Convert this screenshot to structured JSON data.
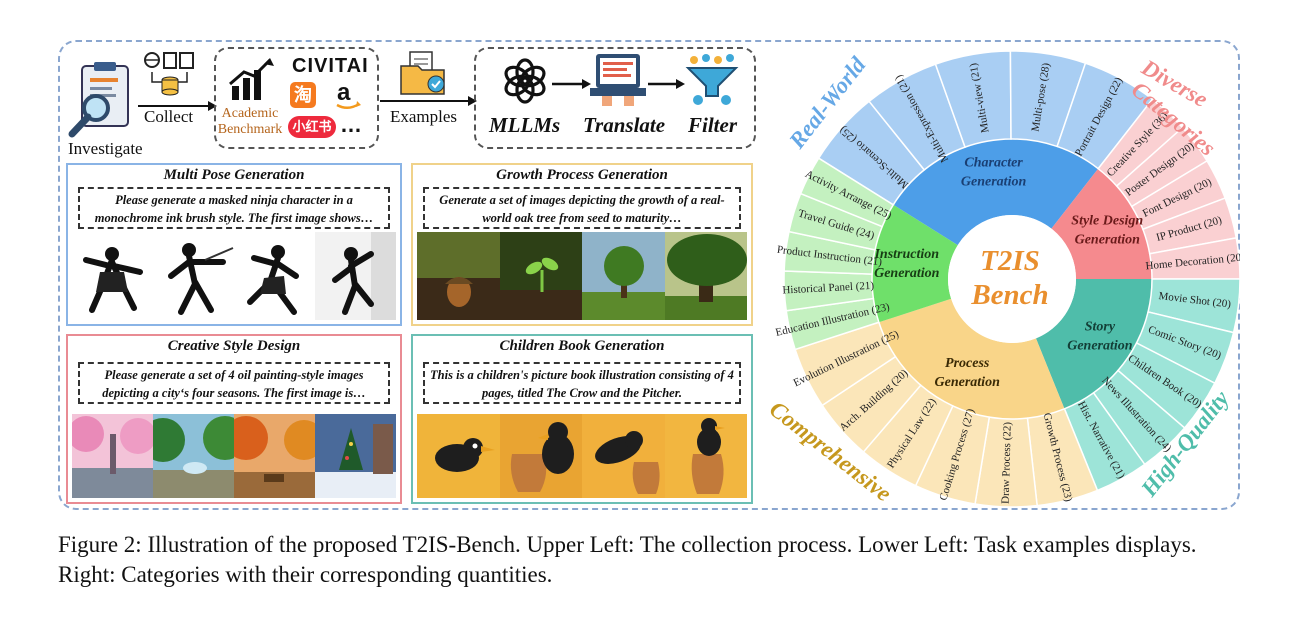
{
  "pipeline": {
    "investigate": "Investigate",
    "collect": "Collect",
    "academic_benchmark": "Academic Benchmark",
    "civitai": "CIVITAI",
    "taobao": "淘",
    "xiaohongshu": "小红书",
    "ellipsis": "…",
    "examples": "Examples",
    "mllms": "MLLMs",
    "translate": "Translate",
    "filter": "Filter"
  },
  "cards": [
    {
      "title": "Multi Pose Generation",
      "prompt": "Please generate a masked ninja character in a monochrome ink brush style. The first image shows…",
      "color": "#8ab4e6"
    },
    {
      "title": "Growth Process Generation",
      "prompt": "Generate a set of images depicting the growth of a real-world oak tree from seed to maturity…",
      "color": "#f0d28a"
    },
    {
      "title": "Creative Style Design",
      "prompt": "Please generate a set of 4 oil painting-style images depicting a city‘s four seasons. The first image is…",
      "color": "#e98b93"
    },
    {
      "title": "Children Book Generation",
      "prompt": "This is a children's picture book illustration consisting of 4 pages, titled The Crow and the Pitcher.",
      "color": "#6bbfb4"
    }
  ],
  "wheel": {
    "center_line1": "T2IS",
    "center_line2": "Bench",
    "corner_labels": {
      "real_world": "Real-World",
      "diverse": "Diverse",
      "categories": "Categories",
      "comprehensive": "Comprehensive",
      "high_quality": "High-Quality"
    },
    "groups": [
      {
        "name1": "Character",
        "name2": "Generation",
        "inner": "#4d9ee8",
        "outer": "#a9cef3",
        "text": "#1a3f73",
        "items": [
          "Multi-Scenario (25)",
          "Multi-Expression (21)",
          "Multi-view (21)",
          "Multi-pose (28)",
          "Portrait Design (22)"
        ]
      },
      {
        "name1": "Style Design",
        "name2": "Generation",
        "inner": "#f58a8e",
        "outer": "#fad0d2",
        "text": "#6a1a1a",
        "items": [
          "Creative Style (36)",
          "Poster Design (20)",
          "Font Design (20)",
          "IP Product (20)",
          "Home Decoration (20)"
        ]
      },
      {
        "name1": "Story",
        "name2": "Generation",
        "inner": "#4fbdaa",
        "outer": "#9de4d8",
        "text": "#133f37",
        "items": [
          "Movie Shot (20)",
          "Comic Story (20)",
          "Children Book (20)",
          "News Illustration (24)",
          "Hist. Narrative (21)"
        ]
      },
      {
        "name1": "Process",
        "name2": "Generation",
        "inner": "#f9d589",
        "outer": "#fbe6b9",
        "text": "#3a2a05",
        "items": [
          "Growth Process (23)",
          "Draw Process (22)",
          "Cooking Process (27)",
          "Physical Law (22)",
          "Arch. Building (20)",
          "Evolution Illustration (25)"
        ]
      },
      {
        "name1": "Instruction",
        "name2": "Generation",
        "inner": "#6fe06a",
        "outer": "#c4f1c0",
        "text": "#173d14",
        "items": [
          "Education Illustration (23)",
          "Historical Panel (21)",
          "Product Instruction (21)",
          "Travel Guide (24)",
          "Activity Arrange (25)"
        ]
      }
    ]
  },
  "caption": "Figure 2: Illustration of the proposed T2IS-Bench. Upper Left: The collection process. Lower Left: Task examples displays. Right: Categories with their corresponding quantities."
}
